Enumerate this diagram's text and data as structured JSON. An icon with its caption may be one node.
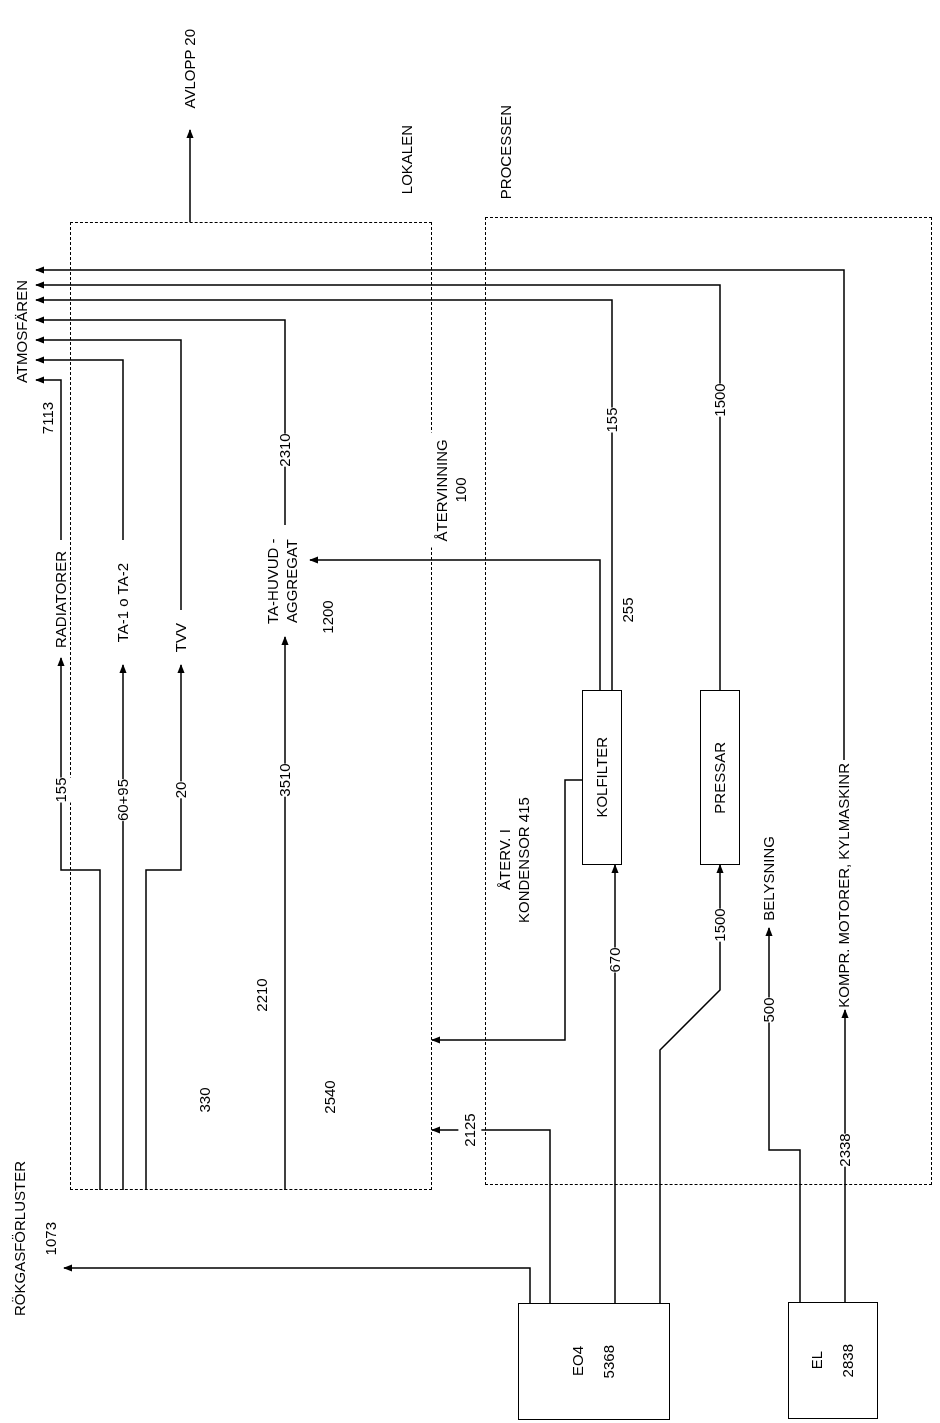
{
  "diagram": {
    "nodes": [
      {
        "text": [
          "ATMOSFÄREN"
        ]
      },
      {
        "text": [
          "AVLOPP 20"
        ]
      },
      {
        "text": [
          "LOKALEN"
        ]
      },
      {
        "text": [
          "PROCESSEN"
        ]
      },
      {
        "text": [
          "RADIATORER"
        ]
      },
      {
        "text": [
          "TA-1 o TA-2"
        ],
        "in": 2
      },
      {
        "text": [
          "TVV"
        ],
        "in": 2
      },
      {
        "text": [
          "TA-HUVUD - AGGREGAT"
        ],
        "in": 2
      },
      {
        "text": [
          "KOLFILTER"
        ],
        "in": 3
      },
      {
        "text": [
          "PRESSAR"
        ],
        "in": 3
      },
      {
        "text": [
          "BELYSNING"
        ],
        "in": 3
      },
      {
        "text": [
          "KOMPR. MOTORER, KYLMASKINR"
        ],
        "in": 3
      },
      {
        "text": [
          "RÖKGASFÖRLUSTER",
          "1073"
        ]
      },
      {
        "text": [
          "EO4",
          "5368"
        ]
      },
      {
        "text": [
          "EL",
          "2838"
        ]
      }
    ],
    "edges": [
      {
        "from": 13,
        "to": 12,
        "arrow": "to"
      },
      {
        "from": 13,
        "to": 2,
        "arrow": "to",
        "label": "2125"
      },
      {
        "from": 13,
        "to": 8,
        "arrow": "to",
        "label": "670"
      },
      {
        "from": 13,
        "to": 9,
        "arrow": "to",
        "label": "1500"
      },
      {
        "from": 8,
        "to": 2,
        "arrow": "to",
        "label": "ÅTERV. I KONDENSOR 415"
      },
      {
        "from": 2,
        "to": 4,
        "arrow": "to",
        "label": "155"
      },
      {
        "from": 2,
        "to": 5,
        "arrow": "to",
        "label": "60+95"
      },
      {
        "from": 2,
        "to": 6,
        "arrow": "to",
        "label": "20"
      },
      {
        "from": 2,
        "to": 7,
        "arrow": "to",
        "label": "3510"
      },
      {
        "from": 7,
        "to": 0,
        "arrow": "to",
        "label": "2310"
      },
      {
        "from": 8,
        "to": 0,
        "arrow": "to",
        "label": "155"
      },
      {
        "from": 8,
        "to": 7,
        "arrow": "to",
        "label": "ÅTERVINNING 100"
      },
      {
        "from": 9,
        "to": 0,
        "arrow": "to",
        "label": "1500"
      },
      {
        "from": 14,
        "to": 10,
        "arrow": "to",
        "label": "500"
      },
      {
        "from": 14,
        "to": 11,
        "arrow": "to",
        "label": "2338"
      },
      {
        "from": 11,
        "to": 0,
        "arrow": "to"
      },
      {
        "from": 4,
        "to": 0,
        "arrow": "to"
      },
      {
        "from": 5,
        "to": 0,
        "arrow": "to"
      },
      {
        "from": 6,
        "to": 0,
        "arrow": "to"
      },
      {
        "from": 2,
        "to": 1,
        "arrow": "to"
      }
    ],
    "labels": [
      "7113",
      "2540",
      "2210",
      "330",
      "1200",
      "255"
    ]
  }
}
